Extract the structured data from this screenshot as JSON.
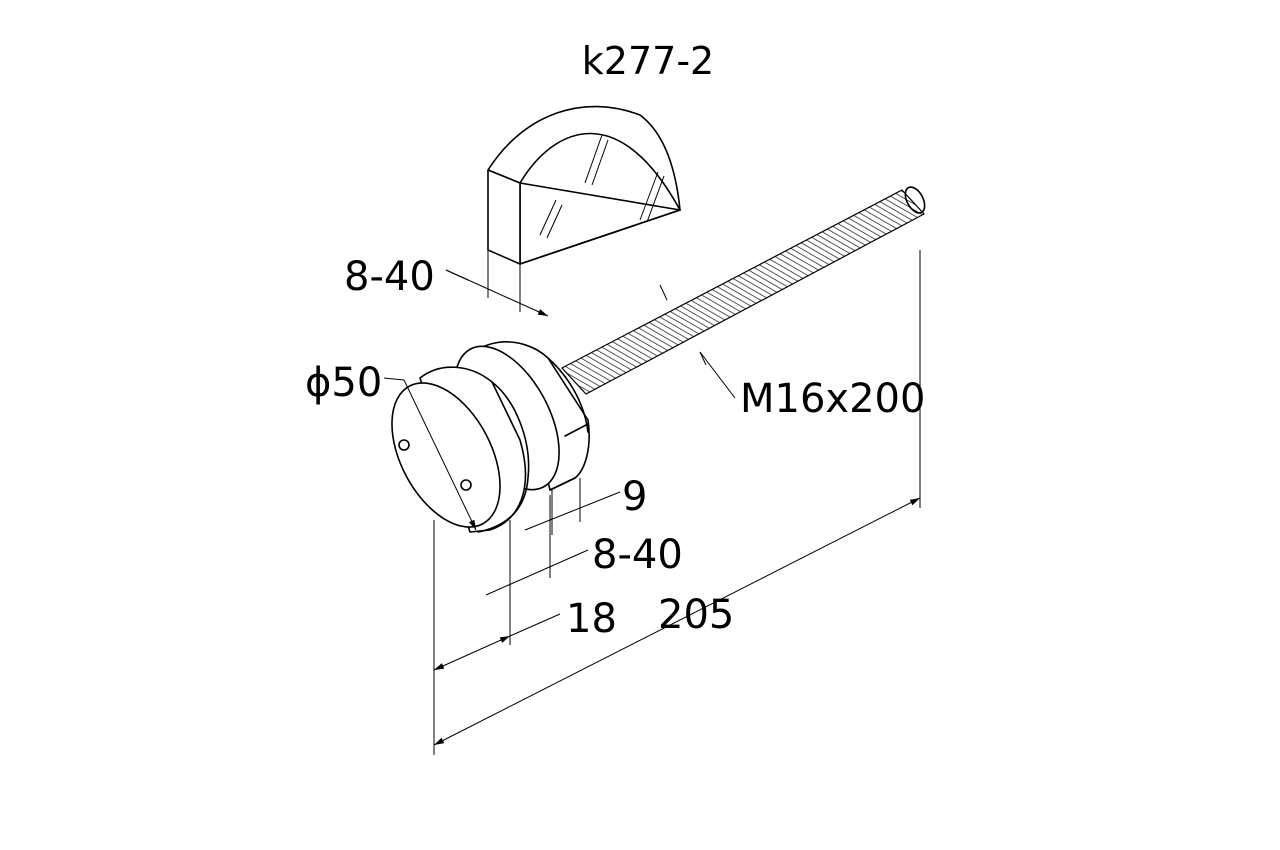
{
  "drawing": {
    "title": "k277-2",
    "dimensions": {
      "pad_thickness": "8-40",
      "knob_diameter": "ϕ50",
      "thread": "M16x200",
      "washer": "9",
      "pad_thickness_2": "8-40",
      "knob_width": "18",
      "overall_length": "205"
    }
  }
}
